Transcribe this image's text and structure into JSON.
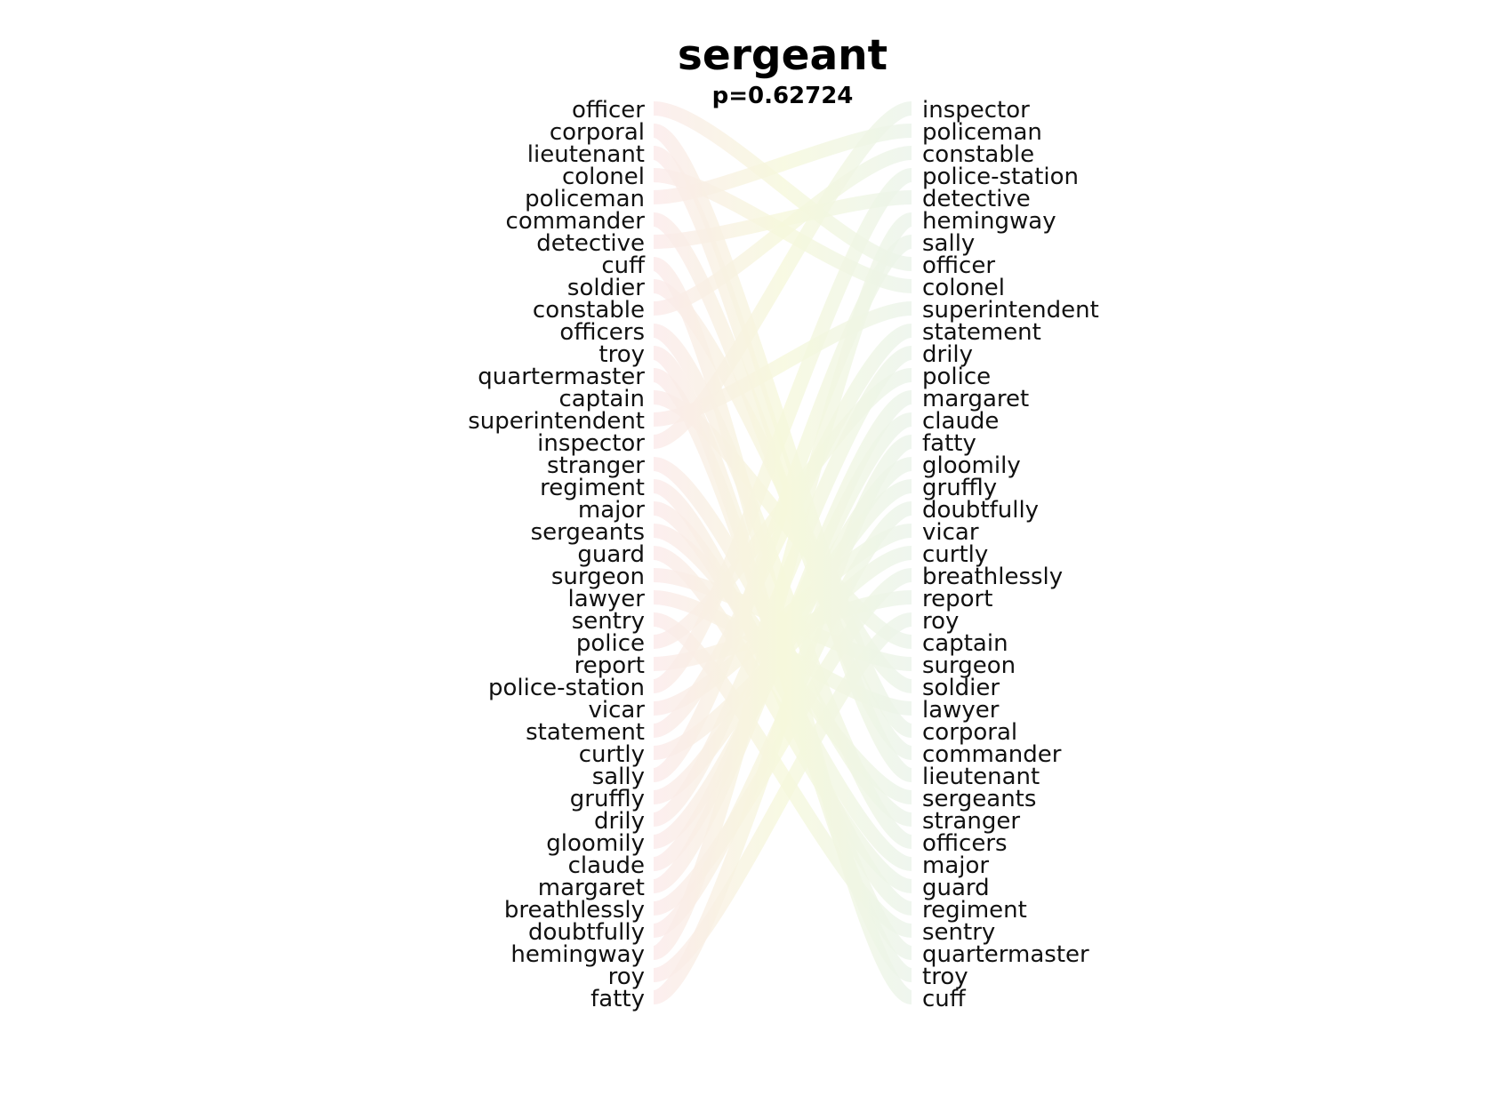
{
  "title": "sergeant",
  "subtitle": "p=0.62724",
  "left_label_color": "#fbeaea",
  "right_label_color": "#ebf4ea",
  "mid_color": "#f6f8dc",
  "left_words": [
    "officer",
    "corporal",
    "lieutenant",
    "colonel",
    "policeman",
    "commander",
    "detective",
    "cuff",
    "soldier",
    "constable",
    "officers",
    "troy",
    "quartermaster",
    "captain",
    "superintendent",
    "inspector",
    "stranger",
    "regiment",
    "major",
    "sergeants",
    "guard",
    "surgeon",
    "lawyer",
    "sentry",
    "police",
    "report",
    "police-station",
    "vicar",
    "statement",
    "curtly",
    "sally",
    "gruffly",
    "drily",
    "gloomily",
    "claude",
    "margaret",
    "breathlessly",
    "doubtfully",
    "hemingway",
    "roy",
    "fatty"
  ],
  "right_words": [
    "inspector",
    "policeman",
    "constable",
    "police-station",
    "detective",
    "hemingway",
    "sally",
    "officer",
    "colonel",
    "superintendent",
    "statement",
    "drily",
    "police",
    "margaret",
    "claude",
    "fatty",
    "gloomily",
    "gruffly",
    "doubtfully",
    "vicar",
    "curtly",
    "breathlessly",
    "report",
    "roy",
    "captain",
    "surgeon",
    "soldier",
    "lawyer",
    "corporal",
    "commander",
    "lieutenant",
    "sergeants",
    "stranger",
    "officers",
    "major",
    "guard",
    "regiment",
    "sentry",
    "quartermaster",
    "troy",
    "cuff"
  ]
}
